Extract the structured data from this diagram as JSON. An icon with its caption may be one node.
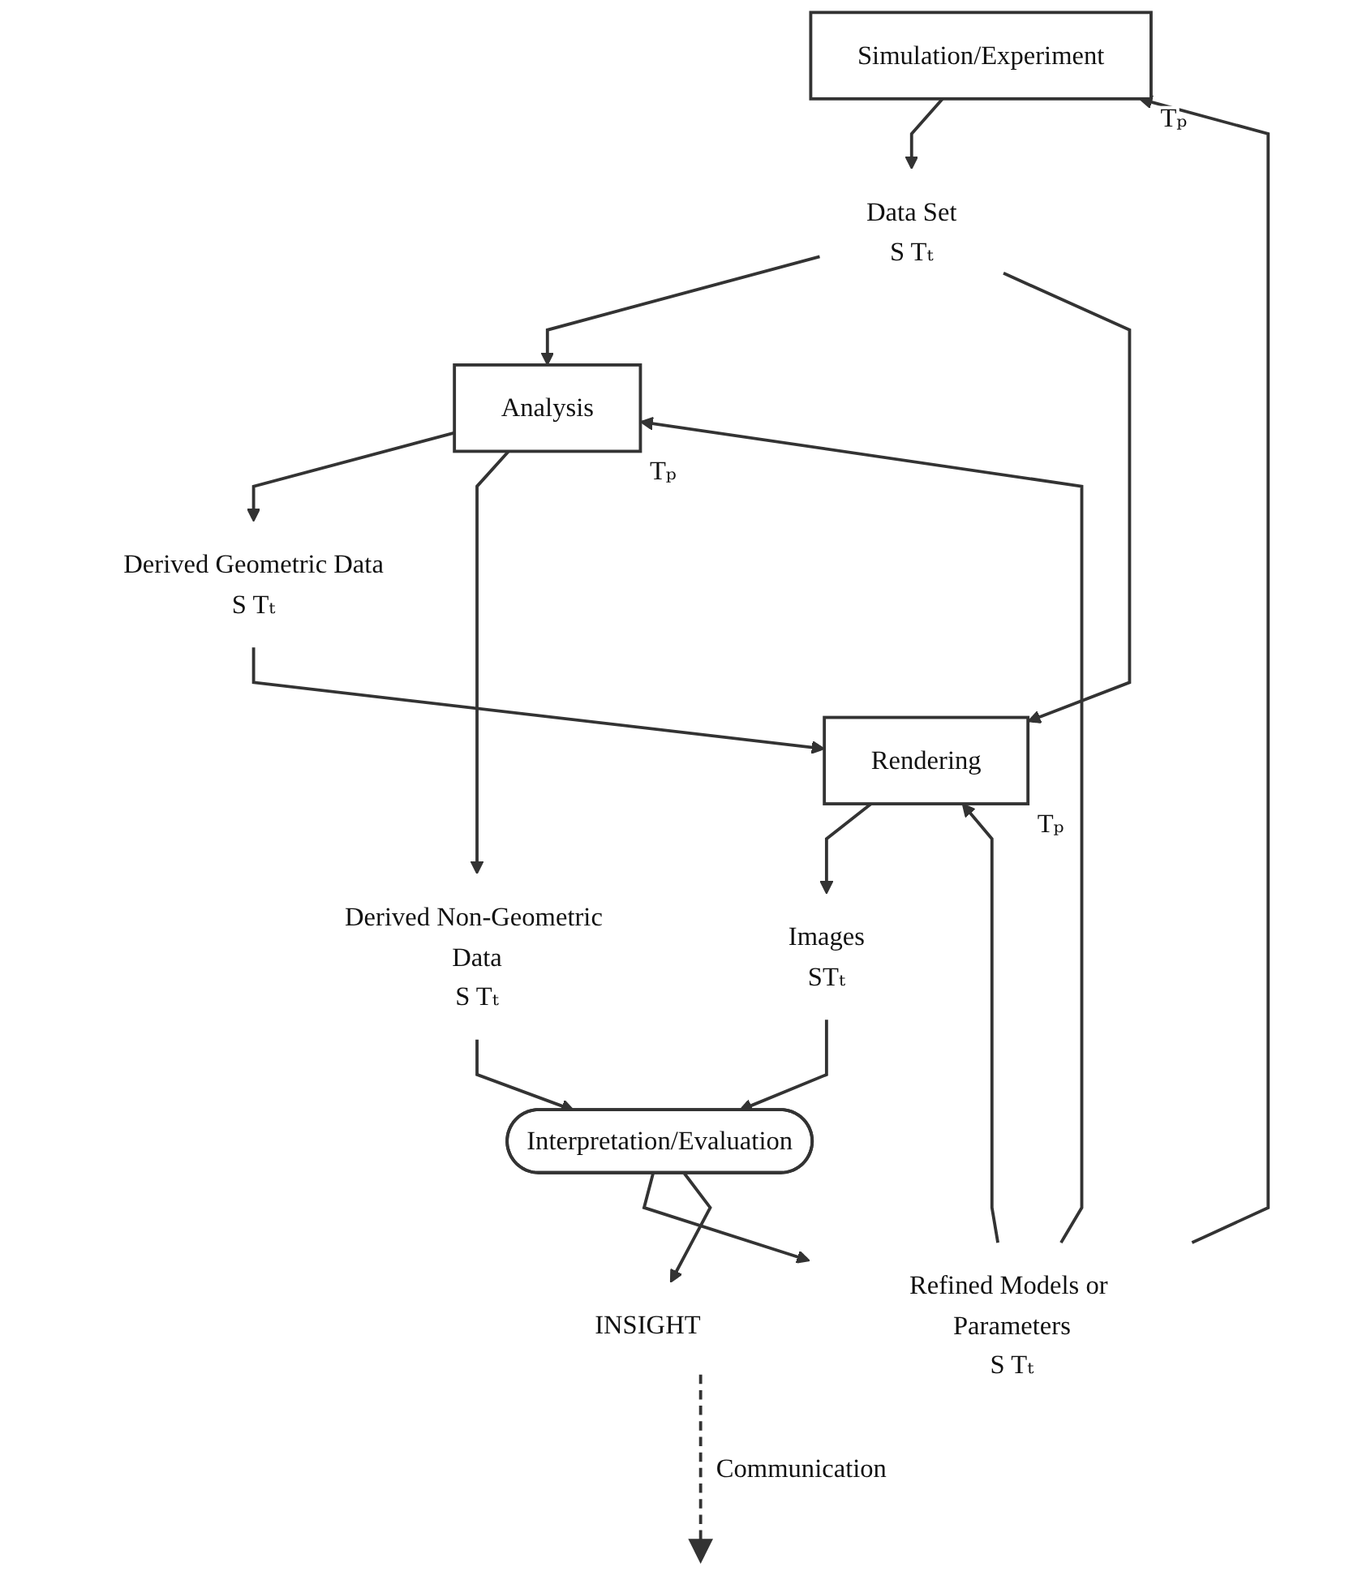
{
  "diagram": {
    "nodes": [
      {
        "text": [
          "Simulation/Experiment"
        ],
        "beside": [
          "Tₚ"
        ]
      },
      {
        "text": [
          "Data Set"
        ],
        "beside": [
          "S Tₜ"
        ]
      },
      {
        "text": [
          "Analysis"
        ],
        "beside": [
          "Tₚ"
        ]
      },
      {
        "text": [
          "Derived Geometric Data"
        ],
        "beside": [
          "S Tₜ"
        ]
      },
      {
        "text": [
          "Derived Non-Geometric Data"
        ],
        "beside": [
          "S Tₜ"
        ]
      },
      {
        "text": [
          "Rendering"
        ],
        "beside": [
          "Tₚ"
        ]
      },
      {
        "text": [
          "Images"
        ],
        "beside": [
          "STₜ"
        ]
      },
      {
        "text": [
          "Interpretation/Evaluation"
        ]
      },
      {
        "text": [
          "INSIGHT"
        ]
      },
      {
        "text": [
          "Refined Models or Parameters"
        ],
        "beside": [
          "S Tₜ"
        ]
      }
    ],
    "edges": [
      {
        "from": 0,
        "to": 1,
        "arrow": "to"
      },
      {
        "from": 1,
        "to": 2,
        "arrow": "to"
      },
      {
        "from": 1,
        "to": 5,
        "arrow": "to"
      },
      {
        "from": 2,
        "to": 3,
        "arrow": "to"
      },
      {
        "from": 2,
        "to": 4,
        "arrow": "to"
      },
      {
        "from": 3,
        "to": 5,
        "arrow": "to"
      },
      {
        "from": 4,
        "to": 7,
        "arrow": "to"
      },
      {
        "from": 5,
        "to": 6,
        "arrow": "to"
      },
      {
        "from": 6,
        "to": 7,
        "arrow": "to"
      },
      {
        "from": 7,
        "to": 9,
        "arrow": "to"
      },
      {
        "from": 7,
        "to": 8,
        "arrow": "to"
      },
      {
        "from": 9,
        "to": 5,
        "arrow": "to"
      },
      {
        "from": 9,
        "to": 0,
        "arrow": "to"
      },
      {
        "from": 9,
        "to": 2,
        "arrow": "to"
      },
      {
        "from": 8,
        "to": null,
        "arrow": "to",
        "style": "dashed",
        "label": "Communication"
      }
    ]
  }
}
